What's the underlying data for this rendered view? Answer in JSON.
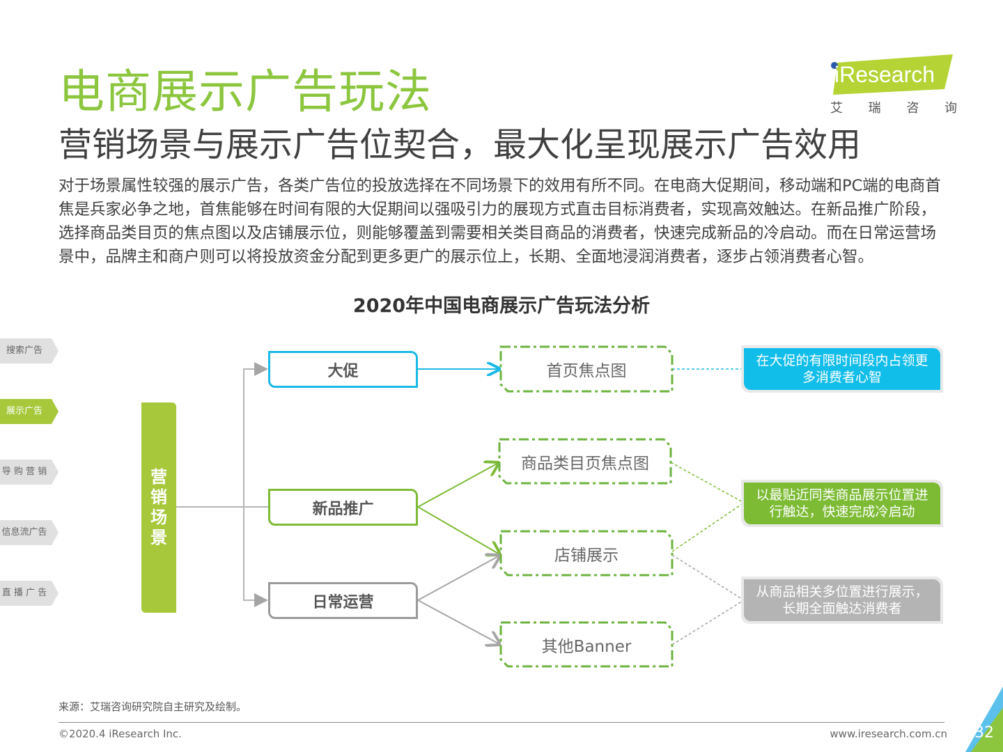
{
  "header": {
    "title": "电商展示广告玩法",
    "subtitle": "营销场景与展示广告位契合，最大化呈现展示广告效用",
    "logo_text": "iResearch",
    "logo_cn": [
      "艾",
      "瑞",
      "咨",
      "询"
    ]
  },
  "intro": "对于场景属性较强的展示广告，各类广告位的投放选择在不同场景下的效用有所不同。在电商大促期间，移动端和PC端的电商首焦是兵家必争之地，首焦能够在时间有限的大促期间以强吸引力的展现方式直击目标消费者，实现高效触达。在新品推广阶段，选择商品类目页的焦点图以及店铺展示位，则能够覆盖到需要相关类目商品的消费者，快速完成新品的冷启动。而在日常运营场景中，品牌主和商户则可以将投放资金分配到更多更广的展示位上，长期、全面地浸润消费者，逐步占领消费者心智。",
  "chart_title": "2020年中国电商展示广告玩法分析",
  "side_tabs": [
    {
      "label": "搜索广告",
      "active": false
    },
    {
      "label": "展示广告",
      "active": true
    },
    {
      "label": "导 购 营 销",
      "active": false
    },
    {
      "label": "信息流广告",
      "active": false
    },
    {
      "label": "直 播 广 告",
      "active": false
    }
  ],
  "diagram": {
    "scene": [
      "营",
      "销",
      "场",
      "景"
    ],
    "scenarios": {
      "dacu": "大促",
      "xinpin": "新品推广",
      "richang": "日常运营"
    },
    "placements": {
      "homepage_focus": "首页焦点图",
      "category_focus": "商品类目页焦点图",
      "store": "店铺展示",
      "banner": "其他Banner"
    },
    "results": {
      "r1": "在大促的有限时间段内占领更多消费者心智",
      "r2": "以最贴近同类商品展示位置进行触达，快速完成冷启动",
      "r3": "从商品相关多位置进行展示，长期全面触达消费者"
    },
    "colors": {
      "cyan": "#11bde9",
      "green": "#7dbb35",
      "gray": "#9a9a9a",
      "scene": "#a6c83a",
      "dash_green": "#6cb33f"
    }
  },
  "footer": {
    "source": "来源：艾瑞咨询研究院自主研究及绘制。",
    "copyright": "©2020.4 iResearch Inc.",
    "website": "www.iresearch.com.cn",
    "page": "32"
  }
}
